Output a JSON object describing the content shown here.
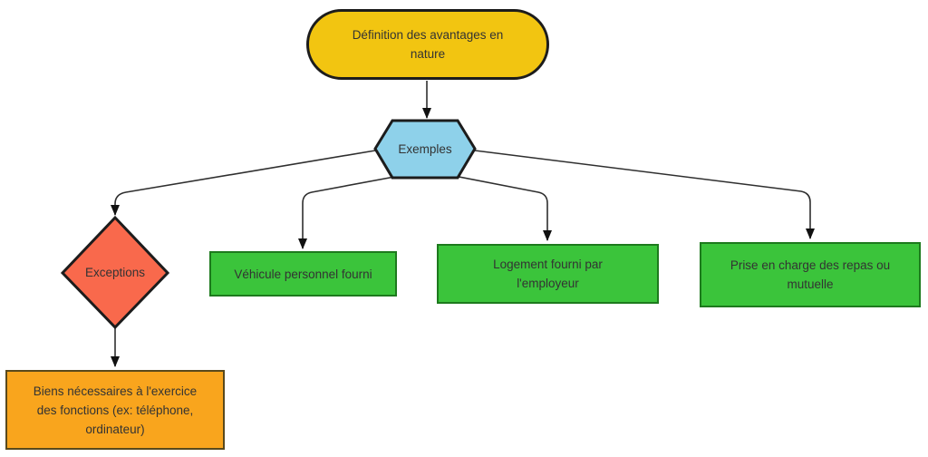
{
  "canvas": {
    "background": "#ffffff"
  },
  "palette": {
    "edge": "#2f2f2f",
    "arrowhead": "#111111",
    "text": "#333333"
  },
  "nodes": {
    "definition": {
      "shape": "stadium",
      "label": "Définition des avantages en nature",
      "lines": [
        "Définition des avantages en",
        "nature"
      ],
      "fill": "#F2C511",
      "stroke": "#1C1C1C"
    },
    "exemples": {
      "shape": "hexagon",
      "label": "Exemples",
      "lines": [
        "Exemples"
      ],
      "fill": "#8ED1EA",
      "stroke": "#1C1C1C"
    },
    "exceptions": {
      "shape": "diamond",
      "label": "Exceptions",
      "lines": [
        "Exceptions"
      ],
      "fill": "#F9694C",
      "stroke": "#1C1C1C"
    },
    "vehicule": {
      "shape": "rectangle",
      "label": "Véhicule personnel fourni",
      "lines": [
        "Véhicule personnel fourni"
      ],
      "fill": "#3BC43B",
      "stroke": "#1D7A1D"
    },
    "logement": {
      "shape": "rectangle",
      "label": "Logement fourni par l'employeur",
      "lines": [
        "Logement fourni par",
        "l'employeur"
      ],
      "fill": "#3BC43B",
      "stroke": "#1D7A1D"
    },
    "repas": {
      "shape": "rectangle",
      "label": "Prise en charge des repas ou mutuelle",
      "lines": [
        "Prise en charge des repas ou",
        "mutuelle"
      ],
      "fill": "#3BC43B",
      "stroke": "#1D7A1D"
    },
    "biens": {
      "shape": "rectangle",
      "label": "Biens nécessaires à l'exercice des fonctions (ex: téléphone, ordinateur)",
      "lines": [
        "Biens nécessaires à l'exercice",
        "des fonctions (ex: téléphone,",
        "ordinateur)"
      ],
      "fill": "#F9A51D",
      "stroke": "#59491C"
    }
  },
  "edges": [
    {
      "from": "definition",
      "to": "exemples"
    },
    {
      "from": "exemples",
      "to": "exceptions"
    },
    {
      "from": "exemples",
      "to": "vehicule"
    },
    {
      "from": "exemples",
      "to": "logement"
    },
    {
      "from": "exemples",
      "to": "repas"
    },
    {
      "from": "exceptions",
      "to": "biens"
    }
  ]
}
